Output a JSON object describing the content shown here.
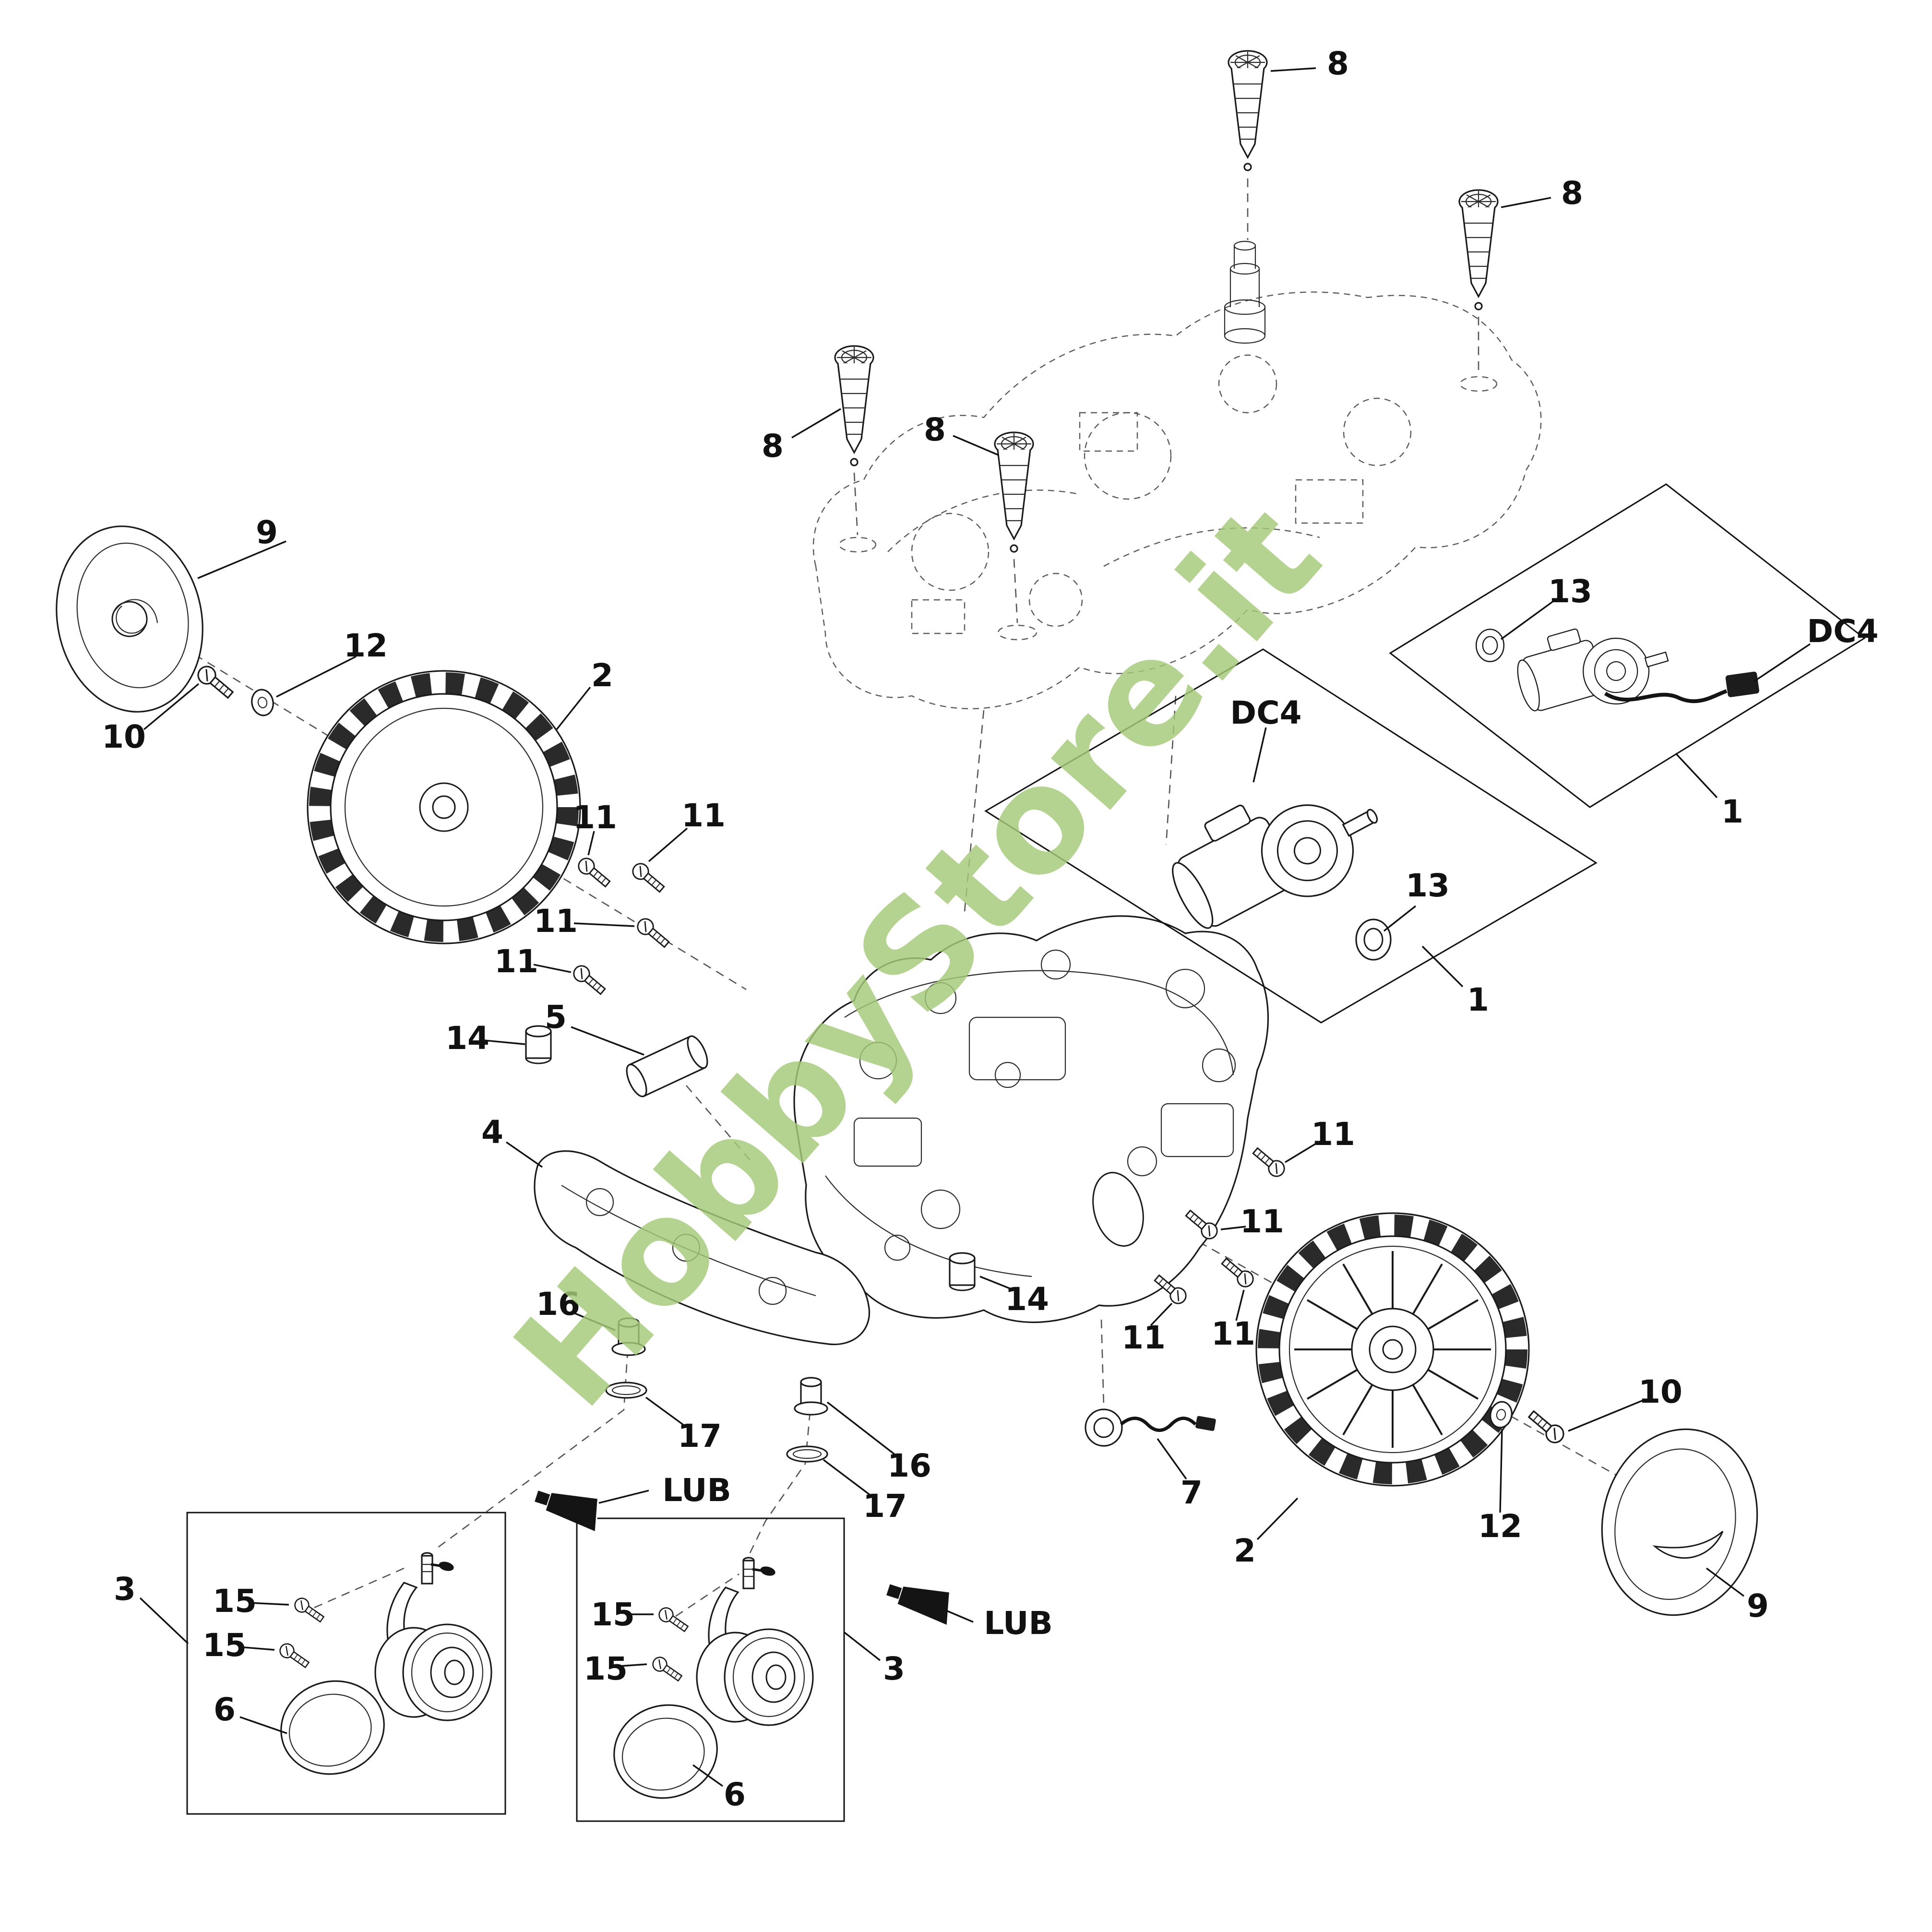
{
  "diagram": {
    "watermark": {
      "text": "HobbyStore.it",
      "color": "#a6ca78"
    },
    "line_color": "#1a1a1a",
    "callouts": [
      "8",
      "8",
      "8",
      "8",
      "9",
      "12",
      "2",
      "10",
      "13",
      "DC4",
      "DC4",
      "1",
      "11",
      "11",
      "13",
      "11",
      "11",
      "1",
      "14",
      "5",
      "4",
      "11",
      "11",
      "16",
      "11",
      "11",
      "14",
      "17",
      "16",
      "17",
      "7",
      "10",
      "2",
      "12",
      "9",
      "LUB",
      "LUB",
      "3",
      "15",
      "15",
      "6",
      "15",
      "15",
      "3",
      "6"
    ]
  }
}
